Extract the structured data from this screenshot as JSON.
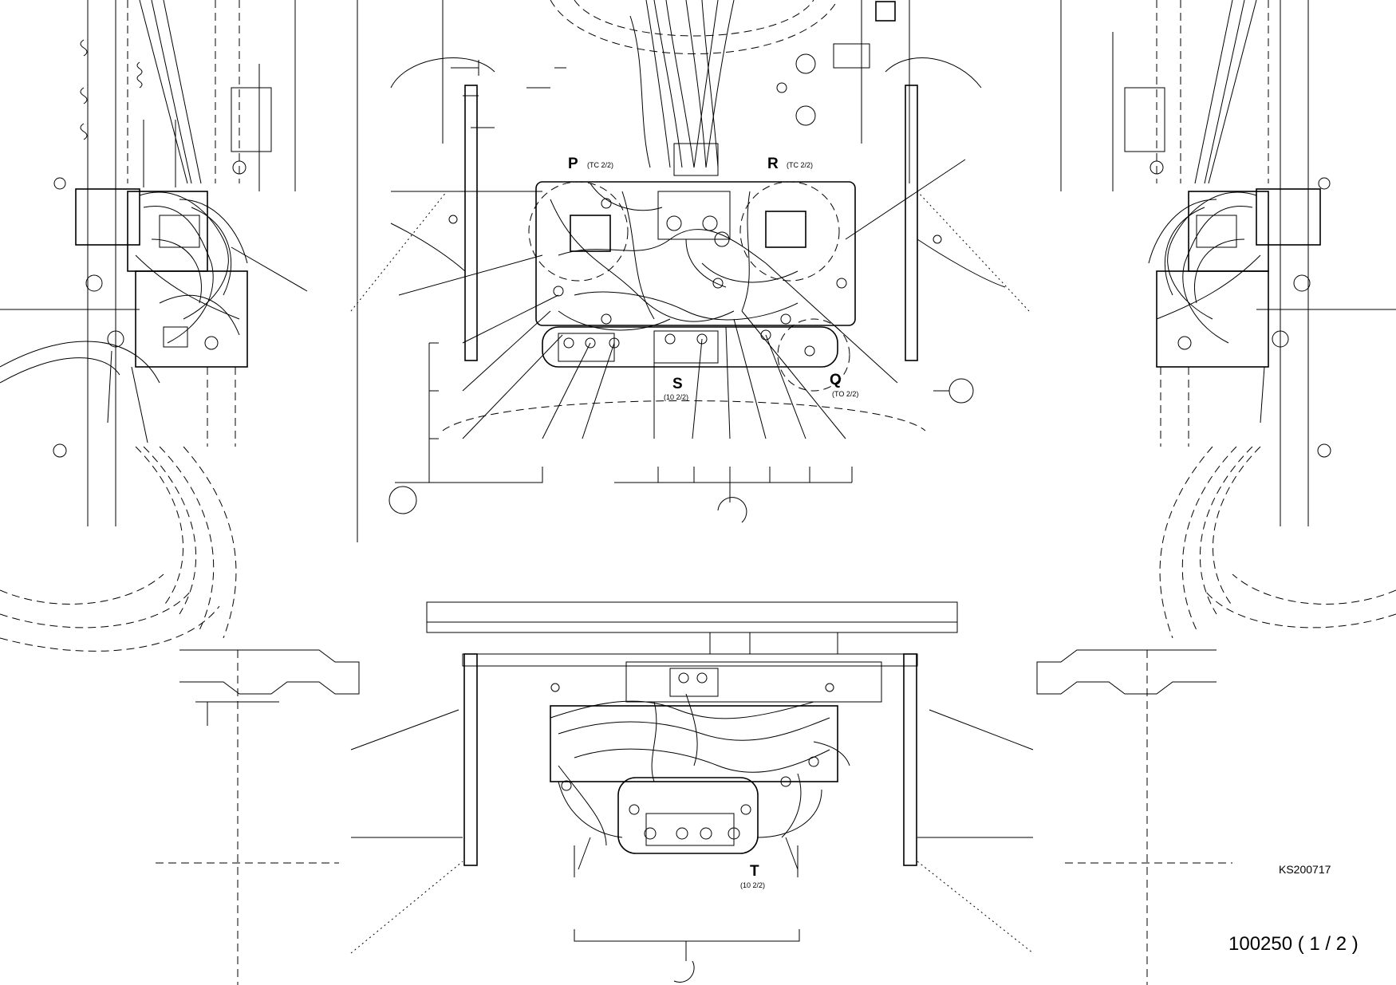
{
  "callouts": [
    {
      "id": "P",
      "letter": "P",
      "ref": "(TC 2/2)"
    },
    {
      "id": "R",
      "letter": "R",
      "ref": "(TC 2/2)"
    },
    {
      "id": "S",
      "letter": "S",
      "ref": "(10 2/2)"
    },
    {
      "id": "Q",
      "letter": "Q",
      "ref": "(TO 2/2)"
    },
    {
      "id": "T",
      "letter": "T",
      "ref": "(10 2/2)"
    }
  ],
  "drawing_code": "KS200717",
  "page_ref": "100250 ( 1 / 2 )"
}
